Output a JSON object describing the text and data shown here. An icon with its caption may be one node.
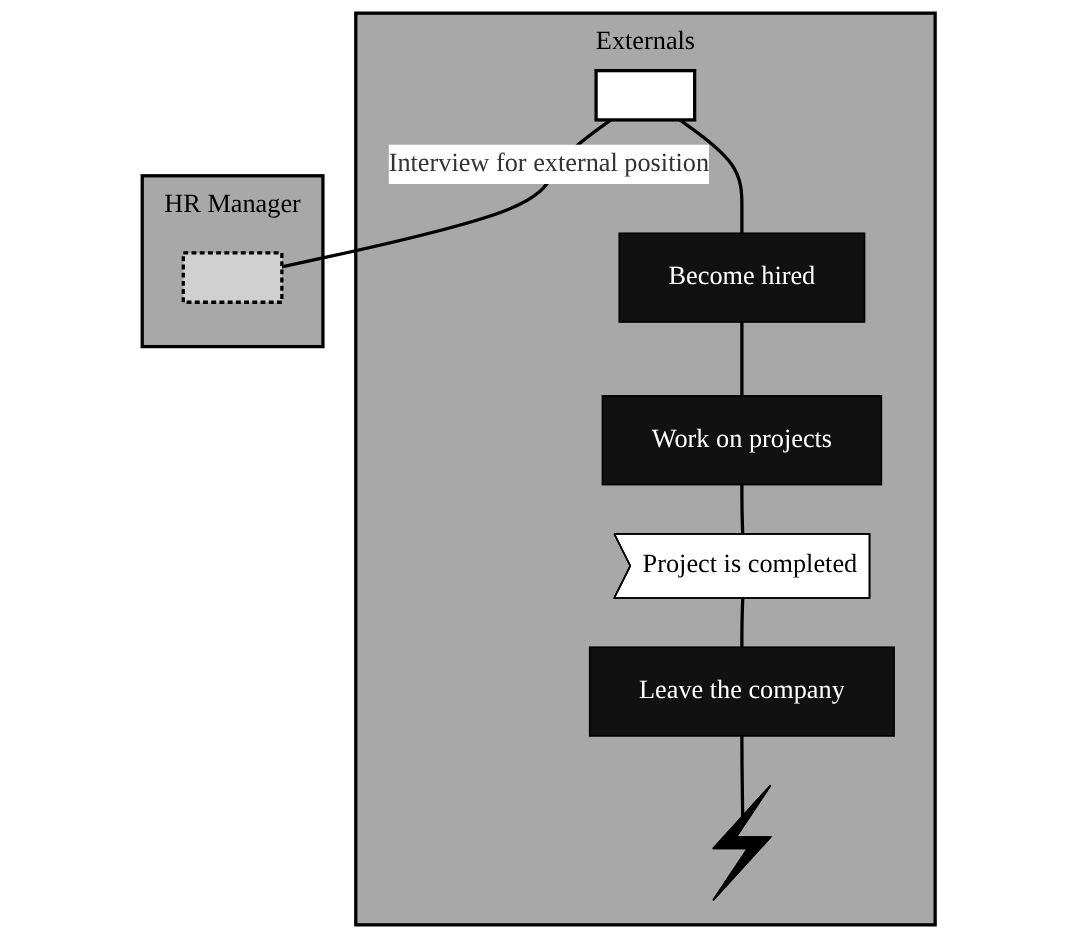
{
  "diagram": {
    "nodes": [
      {
        "text": [
          "Externals"
        ]
      },
      {
        "text": [],
        "shape": "box",
        "in": 0
      },
      {
        "text": [
          "Become hired"
        ],
        "in": 0
      },
      {
        "text": [
          "Work on projects"
        ],
        "in": 0
      },
      {
        "text": [
          "Project is completed"
        ],
        "in": 0
      },
      {
        "text": [
          "Leave the company"
        ],
        "in": 0
      },
      {
        "text": [],
        "shape": "zigzag",
        "in": 0
      },
      {
        "text": [
          "HR Manager"
        ]
      },
      {
        "text": [],
        "shape": "box",
        "in": 7
      }
    ],
    "edges": [
      {
        "from": 1,
        "to": 8,
        "arrow": "none",
        "label": "Interview for external position"
      },
      {
        "from": 1,
        "to": 2,
        "arrow": "none"
      },
      {
        "from": 2,
        "to": 3,
        "arrow": "none"
      },
      {
        "from": 3,
        "to": 4,
        "arrow": "none"
      },
      {
        "from": 4,
        "to": 5,
        "arrow": "none"
      },
      {
        "from": 5,
        "to": 6,
        "arrow": "none"
      }
    ]
  }
}
